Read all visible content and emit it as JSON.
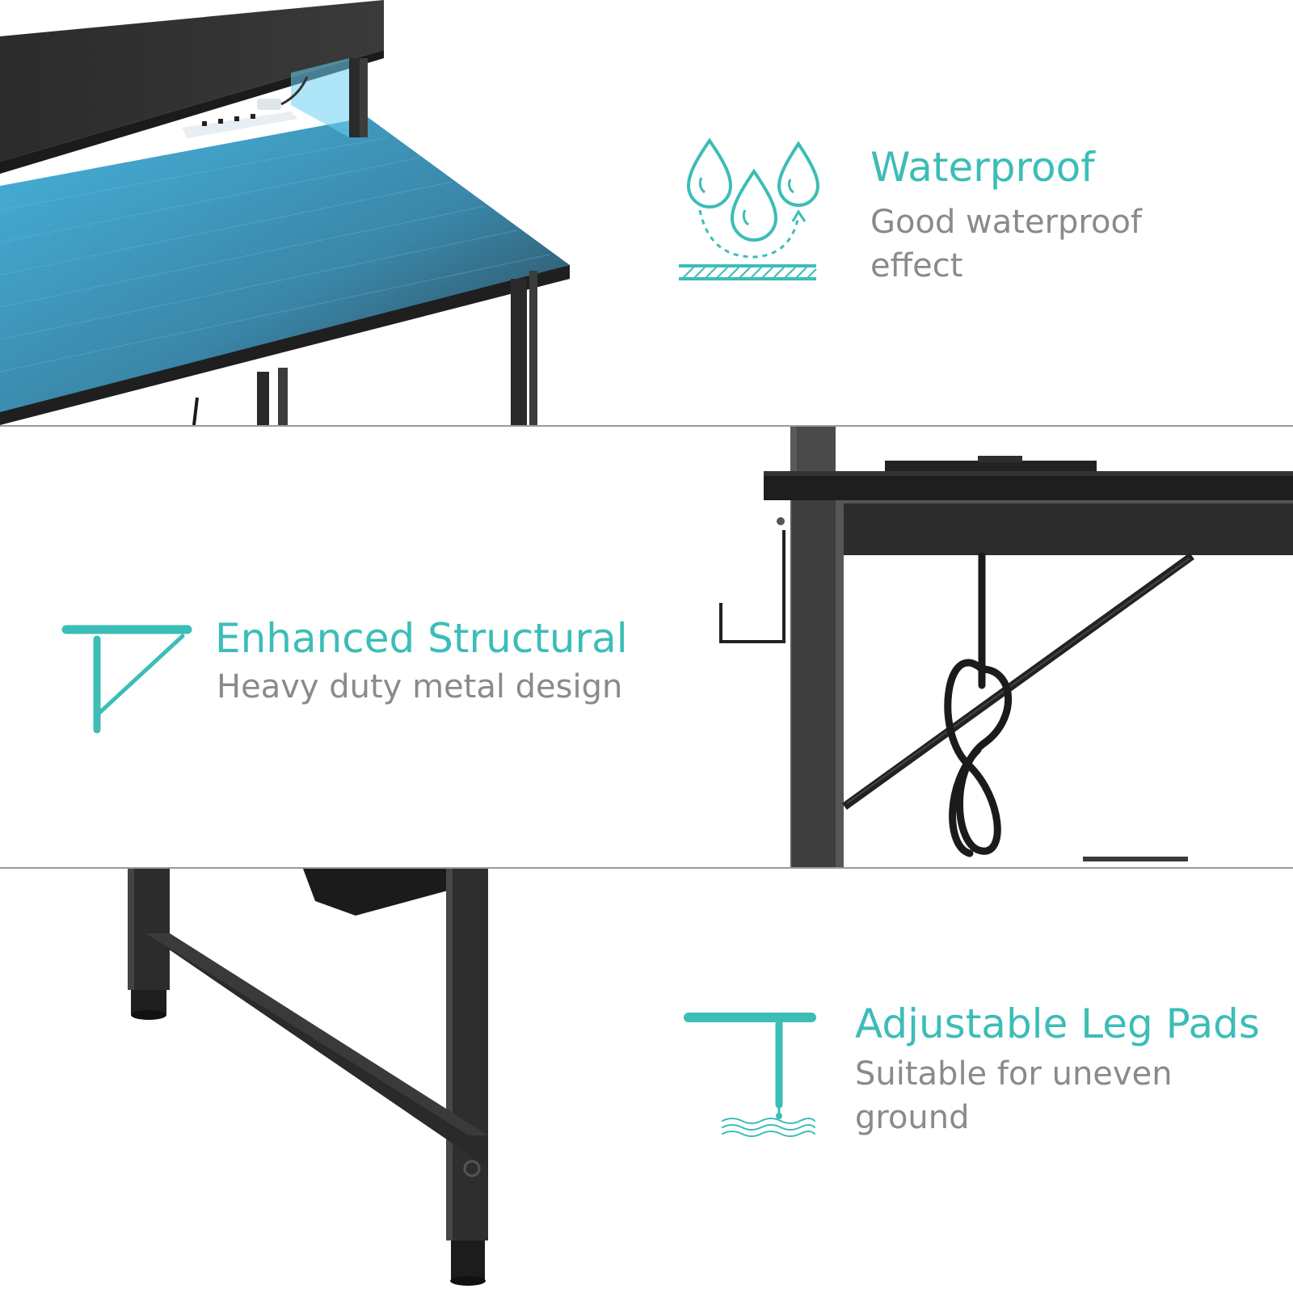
{
  "colors": {
    "accent": "#3cbdb7",
    "text_secondary": "#8a8a8a",
    "divider": "#9a9a9a",
    "desk_black": "#2e2e2e",
    "led_blue": "#4bb7e0"
  },
  "features": [
    {
      "icon": "water-drops-icon",
      "title": "Waterproof",
      "description": "Good waterproof effect"
    },
    {
      "icon": "triangle-bracket-icon",
      "title": "Enhanced Structural",
      "description": "Heavy duty metal design"
    },
    {
      "icon": "leg-pad-icon",
      "title": "Adjustable Leg Pads",
      "description": "Suitable for uneven ground"
    }
  ],
  "photos": [
    {
      "subject": "desk-with-led-monitor-shelf"
    },
    {
      "subject": "desk-frame-with-hook-and-cable"
    },
    {
      "subject": "desk-leg-with-adjustable-pad"
    }
  ]
}
